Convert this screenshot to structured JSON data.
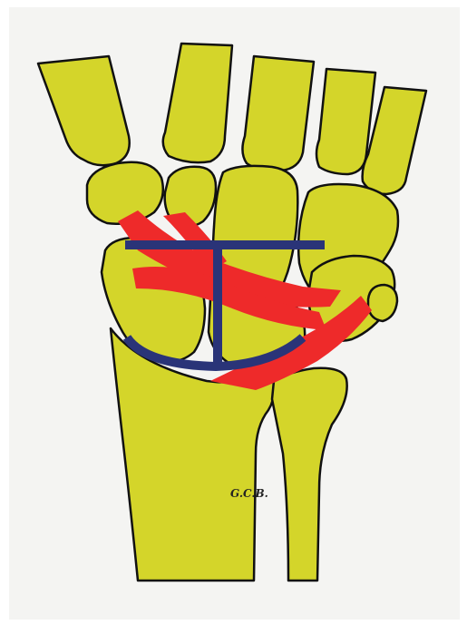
{
  "signature": "G.C.B.",
  "colors": {
    "background": "#ffffff",
    "paper": "#f4f4f2",
    "bone_fill": "#d4d52a",
    "outline": "#111111",
    "ligament_red": "#ee2a2a",
    "marker_blue": "#2a3478"
  },
  "elements": {
    "bones": [
      "radius",
      "ulna",
      "scaphoid",
      "lunate",
      "triquetrum",
      "pisiform",
      "trapezium",
      "trapezoid",
      "capitate",
      "hamate",
      "metacarpal-1",
      "metacarpal-2",
      "metacarpal-3",
      "metacarpal-4",
      "metacarpal-5"
    ],
    "overlays": [
      "red-ligament-bands",
      "blue-anchor-marker"
    ]
  }
}
